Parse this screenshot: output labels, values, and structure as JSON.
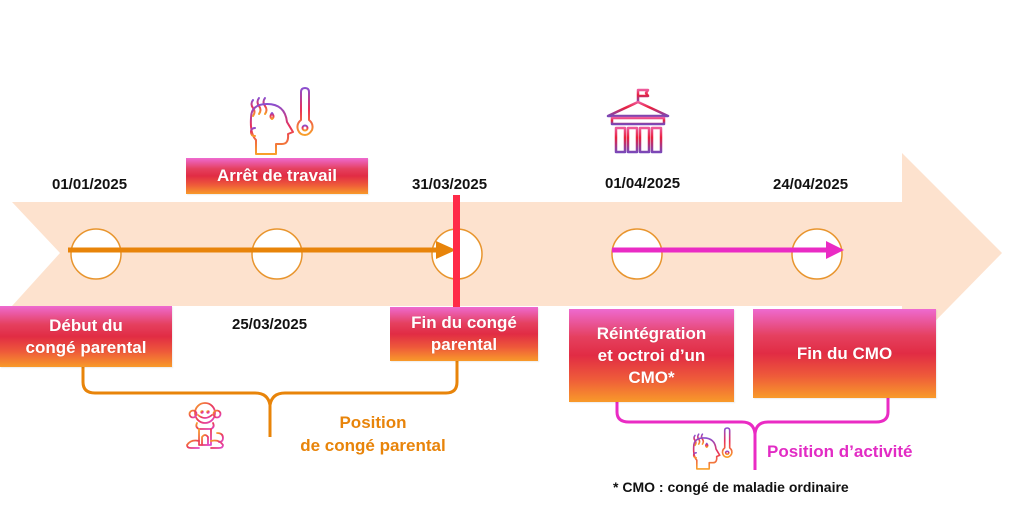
{
  "colors": {
    "timeline_band": "#fde2ce",
    "parental_line": "#e8840a",
    "activity_line": "#ea2bc4",
    "end_marker": "#ff2a48",
    "circle_stroke": "#e8952e",
    "box_gradient": [
      "#ee6ad0",
      "#e12c44",
      "#f89a2a"
    ],
    "parental_label": "#e8840a",
    "activity_label": "#e22bc4"
  },
  "dates_top": [
    {
      "label": "01/01/2025"
    },
    {
      "label": "31/03/2025"
    },
    {
      "label": "01/04/2025"
    },
    {
      "label": "24/04/2025"
    }
  ],
  "dates_bottom": [
    {
      "label": "25/03/2025"
    }
  ],
  "events": {
    "arret_travail": "Arrêt de travail",
    "debut_conge": "Début du\ncongé parental",
    "fin_conge": "Fin du congé\nparental",
    "reintegration": "Réintégration\net octroi d’un\nCMO*",
    "fin_cmo": "Fin du CMO"
  },
  "positions": {
    "parental": "Position\nde congé parental",
    "activite": "Position d’activité"
  },
  "footnote": "* CMO : congé de maladie ordinaire",
  "icons": {
    "sick_top": "sick-person-thermometer-icon",
    "building": "government-building-icon",
    "baby": "baby-monkey-toy-icon",
    "sick_bottom": "sick-person-thermometer-icon"
  }
}
